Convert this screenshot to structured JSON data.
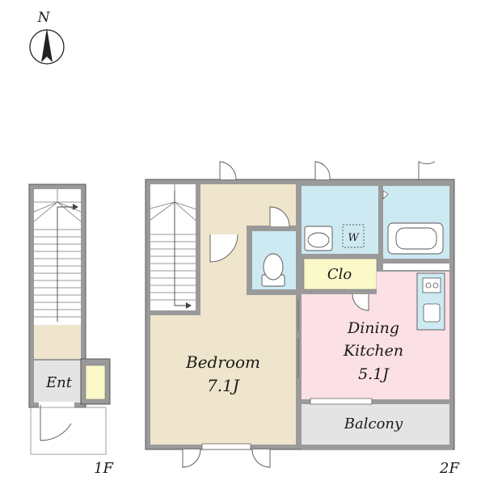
{
  "compass": {
    "label": "N"
  },
  "floors": {
    "first": "1F",
    "second": "2F"
  },
  "rooms": {
    "entrance": "Ent",
    "closet": "Clo",
    "washer": "W",
    "bedroom": {
      "name": "Bedroom",
      "size": "7.1J"
    },
    "dining_kitchen": {
      "line1": "Dining",
      "line2": "Kitchen",
      "size": "5.1J"
    },
    "balcony": "Balcony"
  },
  "colors": {
    "wall": "#9a9a9a",
    "wall_outline": "#555555",
    "bedroom": "#efe4cc",
    "wet_area": "#cde9f2",
    "dining_kitchen": "#fbe0e6",
    "closet": "#fbf8c9",
    "entrance": "#e4e4e4",
    "balcony": "#e4e4e4",
    "stairs": "#ffffff"
  }
}
